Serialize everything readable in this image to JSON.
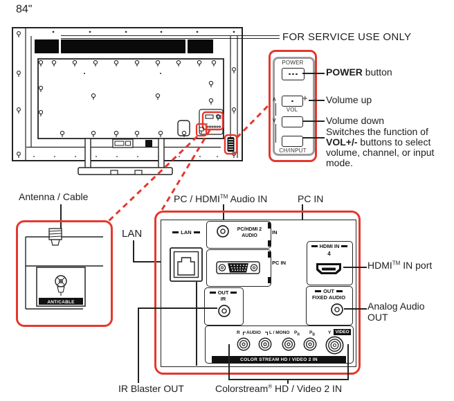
{
  "colors": {
    "accent_red": "#e4372e",
    "ink": "#222222",
    "panel_gray": "#9c9c9c"
  },
  "tv": {
    "size": "84\"",
    "service_note": "FOR SERVICE USE ONLY"
  },
  "side_controls": {
    "power": "POWER",
    "vol": "VOL",
    "ch_input": "CH/INPUT",
    "up": "∧",
    "down": "∨",
    "plus": "+",
    "notes": {
      "power_bold": "POWER",
      "power_rest": " button",
      "volume_up": "Volume up",
      "volume_down": "Volume down",
      "switch_pre": "Switches the function of ",
      "switch_bold": "VOL+/-",
      "switch_post": " buttons to select volume, channel, or input mode."
    }
  },
  "antenna": {
    "note": "Antenna / Cable",
    "jack": "ANT/CABLE"
  },
  "panel": {
    "lan": "LAN",
    "audio_in": {
      "l1": "PC/HDMI 2",
      "l2": "AUDIO",
      "tag": "IN"
    },
    "pc": {
      "tag": "PC IN"
    },
    "hdmi": {
      "title": "HDMI IN",
      "num": "4"
    },
    "ir": {
      "out": "OUT",
      "name": "IR"
    },
    "fixed": {
      "out": "OUT",
      "name": "FIXED AUDIO"
    },
    "av": {
      "r": "R",
      "audio": "AUDIO",
      "l_mono": "L / MONO",
      "pr_main": "P",
      "pr_sub": "R",
      "pb_main": "P",
      "pb_sub": "B",
      "y": "Y",
      "video": "VIDEO",
      "bar": "COLOR STREAM HD / VIDEO 2 IN"
    }
  },
  "notes": {
    "audio_in_pre": "PC / HDMI",
    "audio_in_sup": "TM",
    "audio_in_post": " Audio IN",
    "pc_in": "PC IN",
    "lan": "LAN",
    "hdmi_pre": "HDMI",
    "hdmi_sup": "TM",
    "hdmi_post": " IN port",
    "analog": "Analog Audio OUT",
    "ir_blaster": "IR Blaster OUT",
    "cs_pre": "Colorstream",
    "cs_sup": "®",
    "cs_post": " HD / Video 2 IN"
  }
}
